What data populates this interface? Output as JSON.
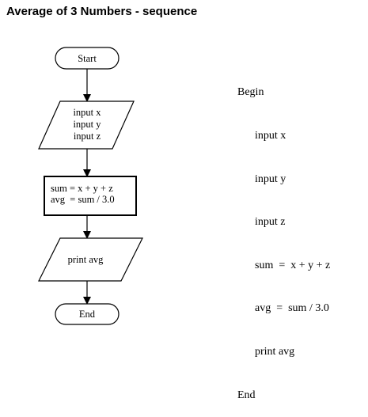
{
  "title": "Average of 3 Numbers - sequence",
  "flowchart": {
    "start_label": "Start",
    "input_lines": [
      "input x",
      "input y",
      "input z"
    ],
    "process_lines": [
      "sum = x + y + z",
      "avg  = sum / 3.0"
    ],
    "output_label": "print avg",
    "end_label": "End"
  },
  "pseudocode": {
    "begin": "Begin",
    "lines": [
      "input x",
      "input y",
      "input z",
      "sum  =  x + y + z",
      "avg  =  sum / 3.0",
      "print avg"
    ],
    "end": "End"
  }
}
